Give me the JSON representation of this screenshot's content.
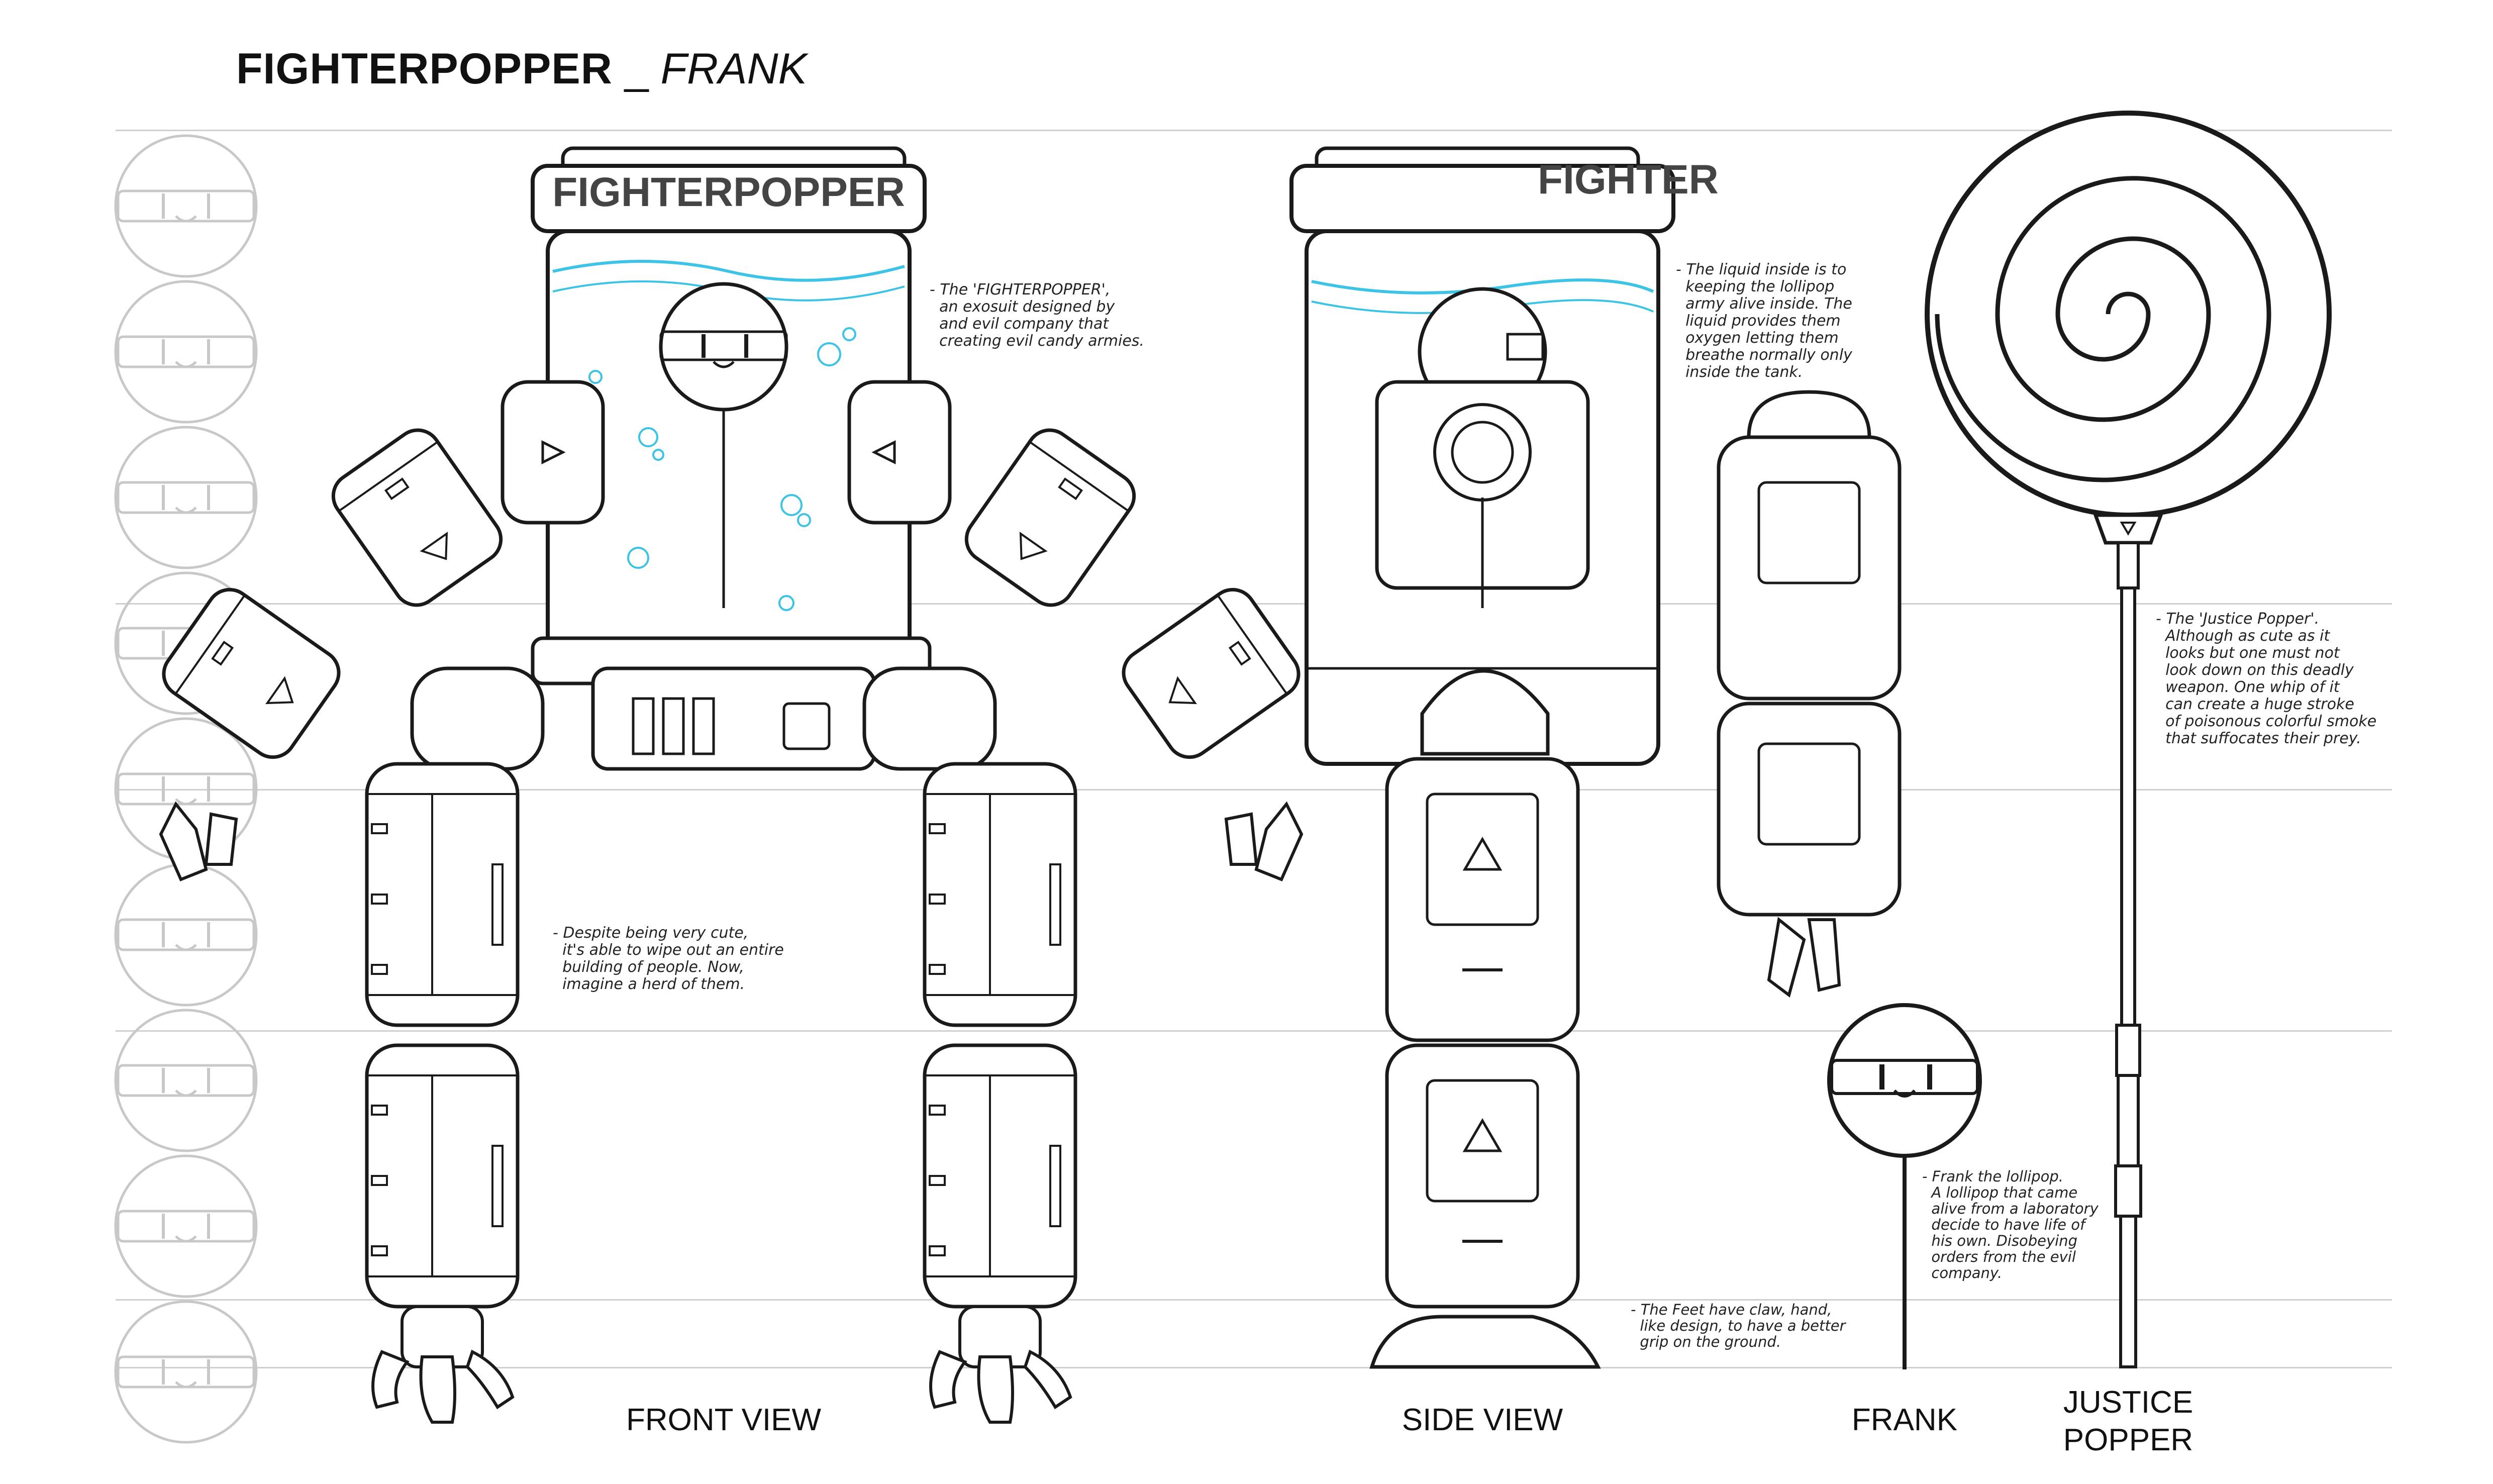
{
  "sheet": {
    "title_main": "FIGHTERPOPPER",
    "title_sep": " _ ",
    "title_sub": "FRANK"
  },
  "tank_label_front": "FIGHTERPOPPER",
  "tank_label_side": "FIGHTER",
  "views": {
    "front": "FRONT VIEW",
    "side": "SIDE VIEW",
    "frank": "FRANK",
    "justice_1": "JUSTICE",
    "justice_2": "POPPER"
  },
  "notes": {
    "exosuit": "- The 'FIGHTERPOPPER',\n  an exosuit designed by\n  and evil company that\n  creating evil candy armies.",
    "cute": "- Despite being very cute,\n  it's able to wipe out an entire\n  building of people. Now,\n  imagine a herd of them.",
    "liquid": "- The liquid inside is to\n  keeping the lollipop\n  army alive inside. The\n  liquid provides them\n  oxygen letting them\n  breathe normally only\n  inside the tank.",
    "justice": "- The 'Justice Popper'.\n  Although as cute as it\n  looks but one must not\n  look down on this deadly\n  weapon. One whip of it\n  can create a huge stroke\n  of poisonous colorful smoke\n  that suffocates their prey.",
    "frank": "- Frank the lollipop.\n  A lollipop that came\n  alive from a laboratory\n  decide to have life of\n  his own. Disobeying\n  orders from the evil\n  company.",
    "feet": "- The Feet have claw, hand,\n  like design, to have a better\n  grip on the ground."
  },
  "colors": {
    "ink": "#1a1a1a",
    "guide": "#cfcfcf",
    "liquid": "#3cc3e6",
    "faint": "#bdbdbd"
  }
}
